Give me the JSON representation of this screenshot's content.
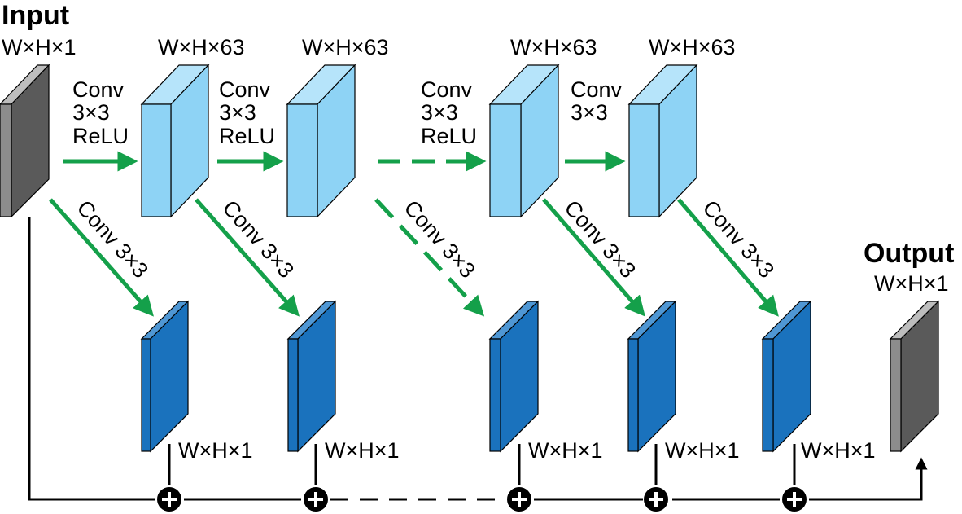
{
  "input": {
    "title": "Input",
    "dims": "W×H×1"
  },
  "output": {
    "title": "Output",
    "dims": "W×H×1"
  },
  "feature_maps": [
    {
      "dims": "W×H×63"
    },
    {
      "dims": "W×H×63"
    },
    {
      "dims": "W×H×63"
    },
    {
      "dims": "W×H×63"
    }
  ],
  "forward_ops": [
    [
      "Conv",
      "3×3",
      "ReLU"
    ],
    [
      "Conv",
      "3×3",
      "ReLU"
    ],
    [
      "Conv",
      "3×3",
      "ReLU"
    ],
    [
      "Conv",
      "3×3"
    ]
  ],
  "branch_op": "Conv 3×3",
  "branch_outputs": [
    {
      "dims": "W×H×1"
    },
    {
      "dims": "W×H×1"
    },
    {
      "dims": "W×H×1"
    },
    {
      "dims": "W×H×1"
    },
    {
      "dims": "W×H×1"
    }
  ],
  "colors": {
    "input_block": "#8c8c8c",
    "feature_block": "#8ed3f5",
    "branch_block": "#1a72bd",
    "arrow": "#14a04a",
    "line": "#000000"
  }
}
